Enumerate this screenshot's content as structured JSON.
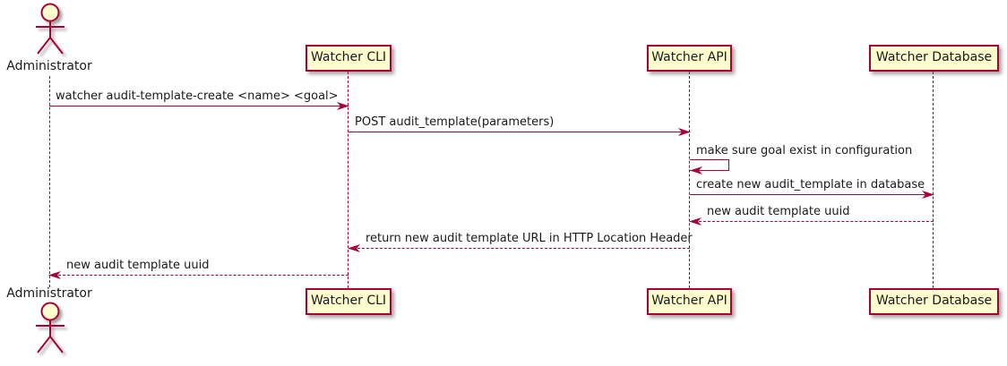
{
  "diagram_type": "uml-sequence",
  "colors": {
    "accent": "#A80036",
    "participant_fill": "#FEFECE",
    "text": "#1a1a1a",
    "background": "#FFFFFF"
  },
  "actor": {
    "label": "Administrator"
  },
  "participants": [
    {
      "label": "Watcher CLI"
    },
    {
      "label": "Watcher API"
    },
    {
      "label": "Watcher Database"
    }
  ],
  "messages": [
    {
      "from": "Administrator",
      "to": "Watcher CLI",
      "style": "solid",
      "text": "watcher audit-template-create <name> <goal>"
    },
    {
      "from": "Watcher CLI",
      "to": "Watcher API",
      "style": "solid",
      "text": "POST audit_template(parameters)"
    },
    {
      "from": "Watcher API",
      "to": "Watcher API",
      "style": "self",
      "text": "make sure goal exist in configuration"
    },
    {
      "from": "Watcher API",
      "to": "Watcher Database",
      "style": "solid",
      "text": "create new audit_template in database"
    },
    {
      "from": "Watcher Database",
      "to": "Watcher API",
      "style": "dashed",
      "text": "new audit template uuid"
    },
    {
      "from": "Watcher API",
      "to": "Watcher CLI",
      "style": "dashed",
      "text": "return new audit template URL in HTTP Location Header"
    },
    {
      "from": "Watcher CLI",
      "to": "Administrator",
      "style": "dashed",
      "text": "new audit template uuid"
    }
  ]
}
